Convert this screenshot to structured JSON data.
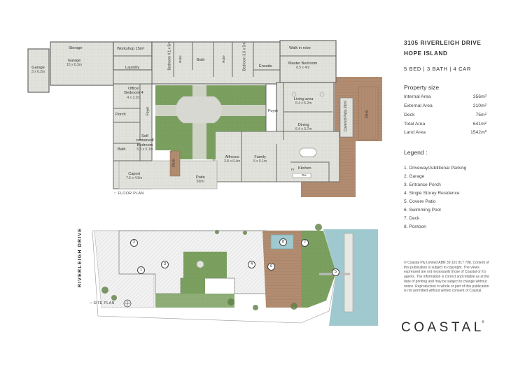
{
  "floor_plan": {
    "caption": ":: FLOOR PLAN",
    "rooms": [
      {
        "id": "storage",
        "name": "Storage",
        "dims": ""
      },
      {
        "id": "workshop",
        "name": "Workshop 15m²",
        "dims": ""
      },
      {
        "id": "garage_small",
        "name": "Garage",
        "dims": "3 x 6.2m"
      },
      {
        "id": "garage_main",
        "name": "Garage",
        "dims": "10 x 6.3m"
      },
      {
        "id": "laundry",
        "name": "Laundry",
        "dims": ""
      },
      {
        "id": "bed2",
        "name": "Bedroom",
        "dims": "4.1 x 5m"
      },
      {
        "id": "bath_top",
        "name": "Bath",
        "dims": ""
      },
      {
        "id": "bed3",
        "name": "Bedroom",
        "dims": "3.6 x 5m"
      },
      {
        "id": "ensuite",
        "name": "Ensuite",
        "dims": ""
      },
      {
        "id": "walkin",
        "name": "Walk in robe",
        "dims": ""
      },
      {
        "id": "master",
        "name": "Master Bedroom",
        "dims": "6.5 x 4m"
      },
      {
        "id": "office",
        "name": "Office/ Bedroom 4",
        "dims": "4 x 3.2m"
      },
      {
        "id": "porch",
        "name": "Porch",
        "dims": ""
      },
      {
        "id": "foyer_l",
        "name": "Foyer",
        "dims": ""
      },
      {
        "id": "foyer_r",
        "name": "Foyer",
        "dims": ""
      },
      {
        "id": "living",
        "name": "Living area",
        "dims": "6.4 x 5.2m"
      },
      {
        "id": "dining",
        "name": "Dining",
        "dims": "6.4 x 3.7m"
      },
      {
        "id": "selfcont",
        "name": "Self contained/ Bedroom",
        "dims": "5.3 x 5.1m"
      },
      {
        "id": "bath_low",
        "name": "Bath",
        "dims": ""
      },
      {
        "id": "alfresco",
        "name": "Alfresco",
        "dims": "3.8 x 6.4m"
      },
      {
        "id": "family",
        "name": "Family",
        "dims": "5 x 5.1m"
      },
      {
        "id": "kitchen",
        "name": "Kitchen",
        "dims": ""
      },
      {
        "id": "caport",
        "name": "Caport",
        "dims": "7.6 x 4.5m"
      },
      {
        "id": "patio",
        "name": "Patio",
        "dims": "56m²"
      },
      {
        "id": "covered_patio",
        "name": "Covered Patio",
        "dims": "29m²"
      },
      {
        "id": "deck_vert",
        "name": "Deck",
        "dims": ""
      },
      {
        "id": "deck_small",
        "name": "Deck",
        "dims": ""
      }
    ],
    "fixture_labels": {
      "robe": "Robe",
      "fridge": "Fr",
      "dw": "Dw"
    }
  },
  "site_plan": {
    "caption": ":: SITE PLAN",
    "road": "RIVERLEIGH DRIVE",
    "markers": [
      "1",
      "2",
      "3",
      "4",
      "5",
      "6",
      "7",
      "8"
    ]
  },
  "header": {
    "address_line1": "3105 RIVERLEIGH DRIVE",
    "address_line2": "HOPE ISLAND",
    "specs": "5 BED | 3 BATH | 4 CAR"
  },
  "property_size": {
    "heading": "Property size",
    "rows": [
      {
        "label": "Internal Area",
        "value": "356m²"
      },
      {
        "label": "External Area",
        "value": "210m²"
      },
      {
        "label": "Deck",
        "value": "75m²"
      },
      {
        "label": "Total Area",
        "value": "641m²"
      },
      {
        "label": "Land Area",
        "value": "1542m²"
      }
    ]
  },
  "legend": {
    "heading": "Legend :",
    "items": [
      "1.  Driveway/Additional Parking",
      "2.  Garage",
      "3.  Entrance Porch",
      "4.  Single Storey Residence",
      "5.  Covere Patio",
      "6.  Swimming Pool",
      "7.  Deck",
      "8.  Pontoon"
    ]
  },
  "disclaimer": "© Coastal Pty Limited ABN 39 101 817 798. Content of this publication is subject to copyright. The views expressed are not necessarily those of Coastal or it's agents. The information is correct and reliable as at the date of printing and may be subject to change without notice. Reproduction in whole or part of this publication is not permitted without written consent of Coastal.",
  "brand": {
    "logo": "COASTAL",
    "logo_mark": "°"
  },
  "colors": {
    "grass": "#7a9f5f",
    "deck": "#b08a6e",
    "water": "#9fc9cf",
    "paving": "#dcdcd6",
    "wall": "#666666"
  }
}
